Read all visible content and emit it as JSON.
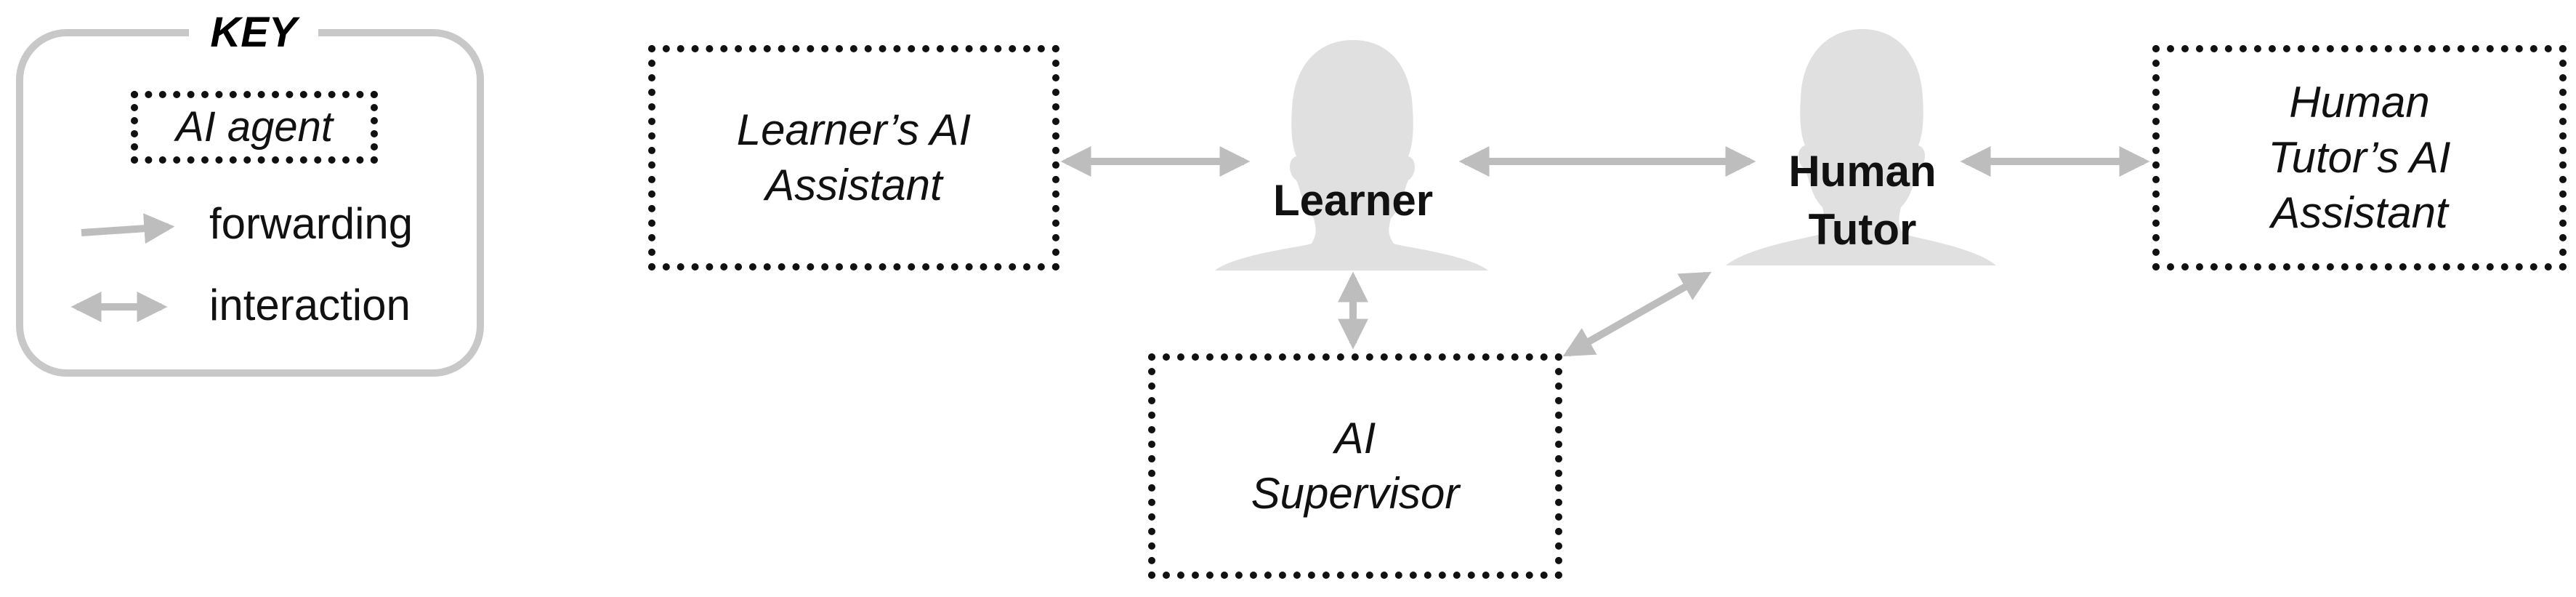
{
  "key": {
    "title": "KEY",
    "agent_label": "AI agent",
    "forwarding_label": "forwarding",
    "interaction_label": "interaction"
  },
  "agents": {
    "learner_assistant": "Learner’s AI\nAssistant",
    "tutor_assistant": "Human\nTutor’s AI\nAssistant",
    "supervisor": "AI\nSupervisor"
  },
  "people": {
    "learner": "Learner",
    "human_tutor": "Human\nTutor"
  },
  "colors": {
    "arrow": "#bdbdbd",
    "silhouette": "#e0e0e0",
    "dotted_border": "#111111",
    "key_border": "#c8c8c8"
  },
  "icons": [
    "person-silhouette-icon",
    "forwarding-arrow-icon",
    "interaction-arrow-icon"
  ]
}
